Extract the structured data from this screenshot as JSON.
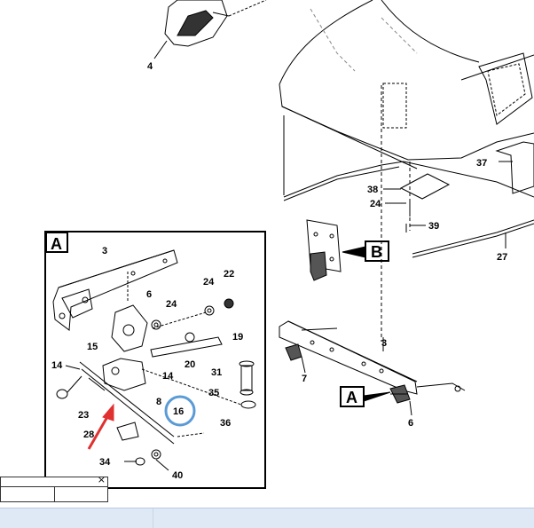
{
  "diagram": {
    "detail_a_label": "A",
    "detail_b_label": "B",
    "callout_a_label": "A",
    "parts": {
      "p3_main": "3",
      "p4": "4",
      "p7": "7",
      "p6_main": "6",
      "p24_main": "24",
      "p27": "27",
      "p37": "37",
      "p38": "38",
      "p39": "39",
      "p3_a": "3",
      "p6_a": "6",
      "p8": "8",
      "p14_a": "14",
      "p14_b": "14",
      "p15": "15",
      "p16": "16",
      "p19": "19",
      "p20": "20",
      "p22": "22",
      "p23": "23",
      "p24_a": "24",
      "p24_b": "24",
      "p28": "28",
      "p31": "31",
      "p34": "34",
      "p35": "35",
      "p36": "36",
      "p40": "40"
    }
  },
  "highlight": {
    "circle_color": "#5b9bd5",
    "arrow_color": "#e03030"
  },
  "mini_panel": {
    "close_glyph": "×"
  }
}
